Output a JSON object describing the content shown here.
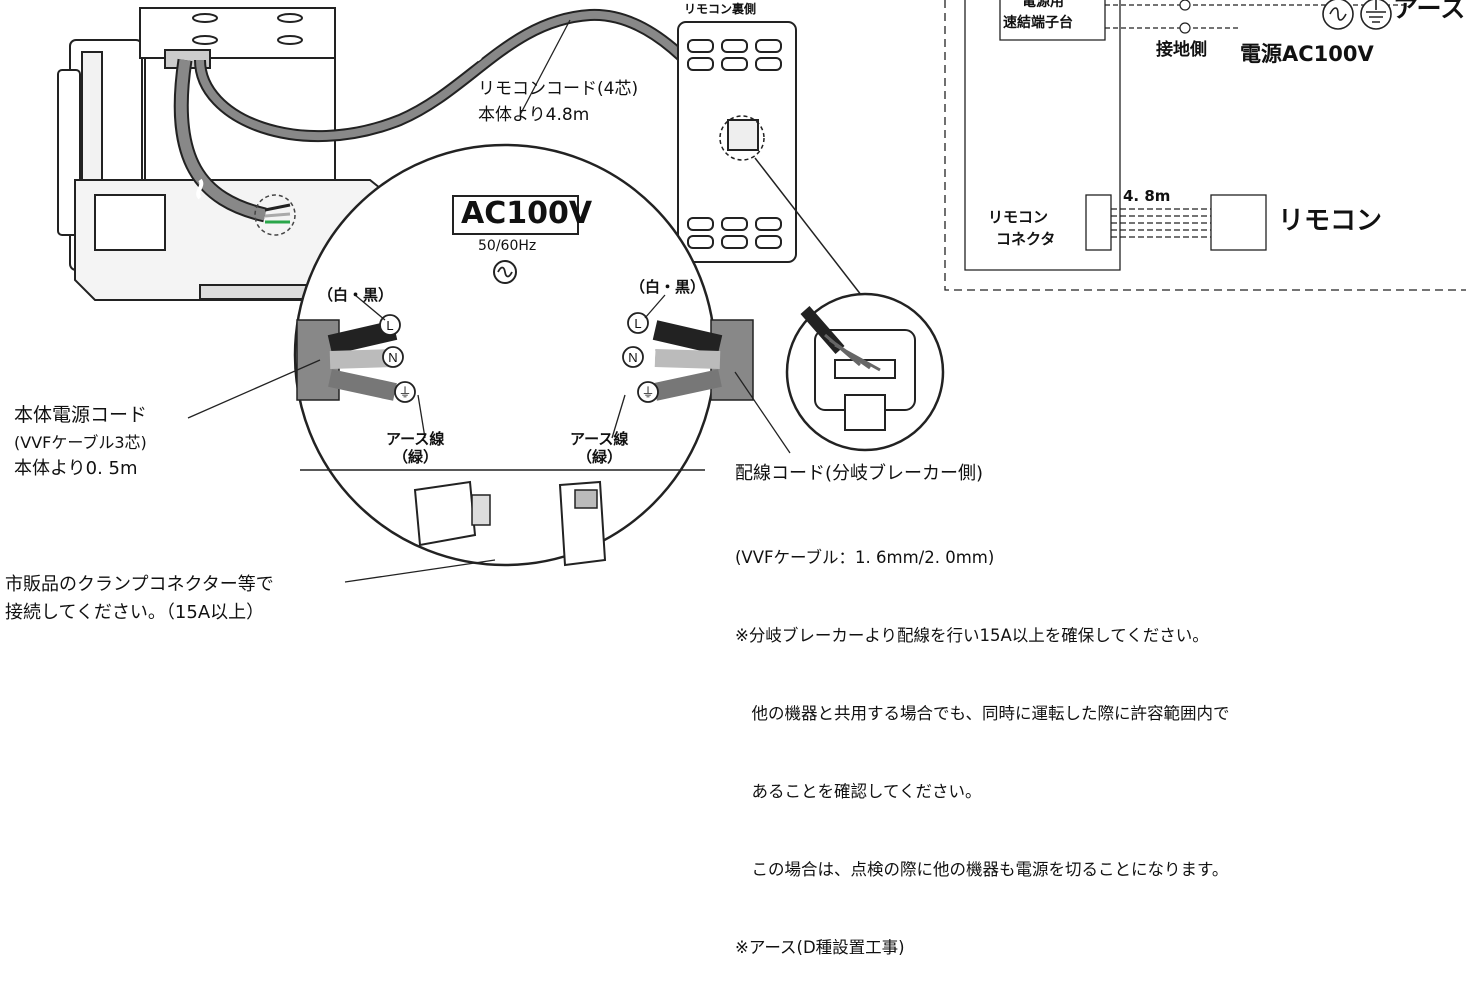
{
  "remote_back": {
    "title": "リモコン裏側"
  },
  "remote_cord": {
    "line1": "リモコンコード(4芯)",
    "line2": "本体より4.8m"
  },
  "magnifier": {
    "voltage": "AC100V",
    "frequency": "50/60Hz",
    "wire_color_left": "（白・黒）",
    "wire_color_right": "（白・黒）",
    "earth_left_1": "アース線",
    "earth_left_2": "（緑）",
    "earth_right_1": "アース線",
    "earth_right_2": "（緑）"
  },
  "schematic": {
    "terminal_1": "電源用",
    "terminal_2": "速結端子台",
    "ground_side": "接地側",
    "earth": "アース",
    "power": "電源AC100V",
    "connector_1": "リモコン",
    "connector_2": "コネクタ",
    "distance": "4. 8m",
    "remote": "リモコン"
  },
  "power_cord": {
    "line1": "本体電源コード",
    "line2": "(VVFケーブル3芯)",
    "line3": "本体より0. 5m"
  },
  "clamp": {
    "line1": "市販品のクランプコネクター等で",
    "line2": "接続してください。（15A以上）"
  },
  "wiring": {
    "line1": "配線コード(分岐ブレーカー側)",
    "line2": "(VVFケーブル：1. 6mm/2. 0mm)",
    "line3": "※分岐ブレーカーより配線を行い15A以上を確保してください。",
    "line4": "　他の機器と共用する場合でも、同時に運転した際に許容範囲内で",
    "line5": "　あることを確認してください。",
    "line6": "　この場合は、点検の際に他の機器も電源を切ることになります。",
    "line7": "※アース(D種設置工事)"
  }
}
